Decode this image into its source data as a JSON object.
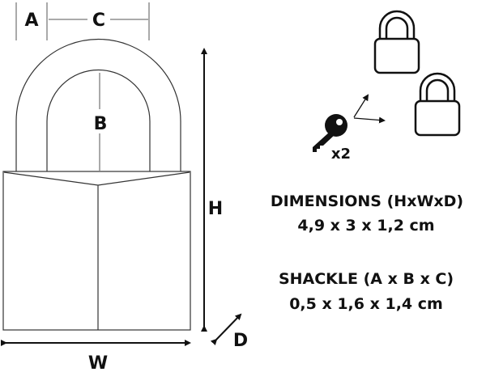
{
  "labels": {
    "a": "A",
    "b": "B",
    "c": "C",
    "h": "H",
    "w": "W",
    "d": "D"
  },
  "keys": {
    "count": "x2",
    "icon": "key-icon"
  },
  "dimensions": {
    "title": "DIMENSIONS (HxWxD)",
    "value": "4,9 x 3 x 1,2 cm"
  },
  "shackle": {
    "title": "SHACKLE (A x B x C)",
    "value": "0,5 x 1,6 x 1,4 cm"
  }
}
